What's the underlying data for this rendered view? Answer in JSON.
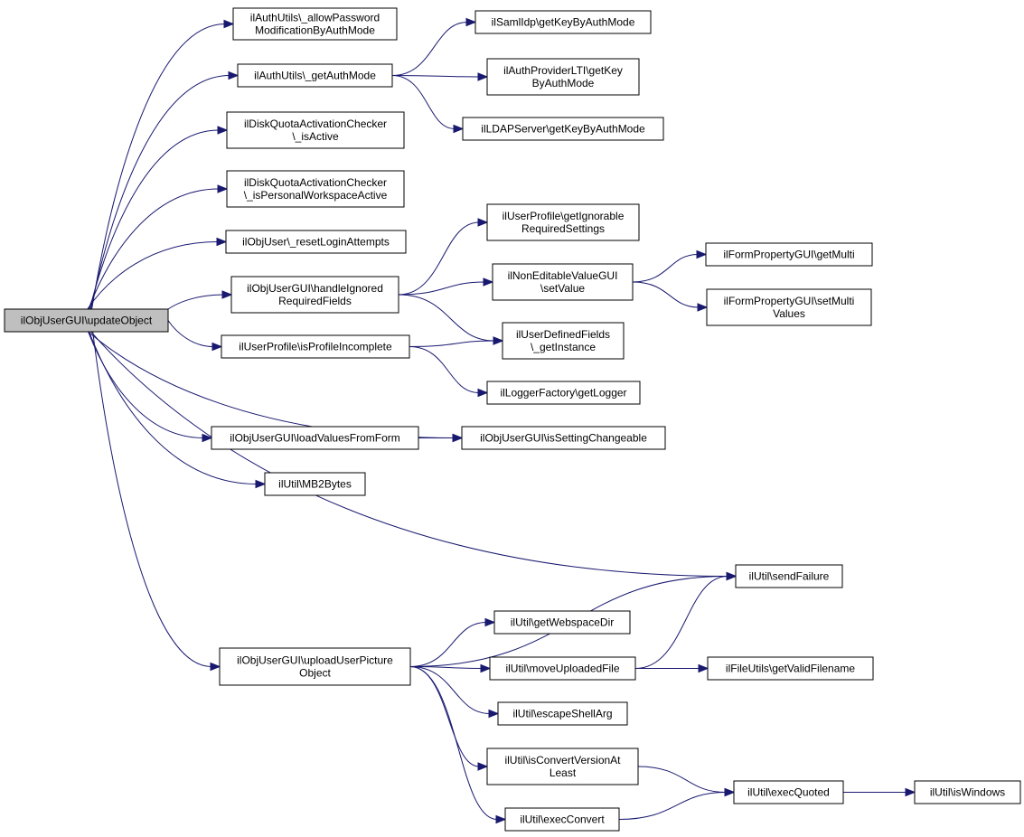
{
  "nodes": {
    "root": [
      "ilObjUserGUI\\updateObject"
    ],
    "allowPwd": [
      "ilAuthUtils\\_allowPassword",
      "ModificationByAuthMode"
    ],
    "getAuthMode": [
      "ilAuthUtils\\_getAuthMode"
    ],
    "diskActive": [
      "ilDiskQuotaActivationChecker",
      "\\_isActive"
    ],
    "diskPersonal": [
      "ilDiskQuotaActivationChecker",
      "\\_isPersonalWorkspaceActive"
    ],
    "resetLogin": [
      "ilObjUser\\_resetLoginAttempts"
    ],
    "handleIgnored": [
      "ilObjUserGUI\\handleIgnored",
      "RequiredFields"
    ],
    "profileIncomplete": [
      "ilUserProfile\\isProfileIncomplete"
    ],
    "loadValues": [
      "ilObjUserGUI\\loadValuesFromForm"
    ],
    "mb2bytes": [
      "ilUtil\\MB2Bytes"
    ],
    "uploadPicture": [
      "ilObjUserGUI\\uploadUserPicture",
      "Object"
    ],
    "samlKey": [
      "ilSamlIdp\\getKeyByAuthMode"
    ],
    "ltiKey": [
      "ilAuthProviderLTI\\getKey",
      "ByAuthMode"
    ],
    "ldapKey": [
      "ilLDAPServer\\getKeyByAuthMode"
    ],
    "ignorableSettings": [
      "ilUserProfile\\getIgnorable",
      "RequiredSettings"
    ],
    "nonEditable": [
      "ilNonEditableValueGUI",
      "\\setValue"
    ],
    "userDefined": [
      "ilUserDefinedFields",
      "\\_getInstance"
    ],
    "loggerFactory": [
      "ilLoggerFactory\\getLogger"
    ],
    "settingChangeable": [
      "ilObjUserGUI\\isSettingChangeable"
    ],
    "sendFailure": [
      "ilUtil\\sendFailure"
    ],
    "webspaceDir": [
      "ilUtil\\getWebspaceDir"
    ],
    "moveUploaded": [
      "ilUtil\\moveUploadedFile"
    ],
    "escapeShell": [
      "ilUtil\\escapeShellArg"
    ],
    "convertVersion": [
      "ilUtil\\isConvertVersionAt",
      "Least"
    ],
    "execConvert": [
      "ilUtil\\execConvert"
    ],
    "getMulti": [
      "ilFormPropertyGUI\\getMulti"
    ],
    "setMulti": [
      "ilFormPropertyGUI\\setMulti",
      "Values"
    ],
    "validFilename": [
      "ilFileUtils\\getValidFilename"
    ],
    "execQuoted": [
      "ilUtil\\execQuoted"
    ],
    "isWindows": [
      "ilUtil\\isWindows"
    ]
  },
  "edges": [
    [
      "root",
      "allowPwd"
    ],
    [
      "root",
      "getAuthMode"
    ],
    [
      "root",
      "diskActive"
    ],
    [
      "root",
      "diskPersonal"
    ],
    [
      "root",
      "resetLogin"
    ],
    [
      "root",
      "handleIgnored"
    ],
    [
      "root",
      "profileIncomplete"
    ],
    [
      "root",
      "loadValues"
    ],
    [
      "root",
      "settingChangeable"
    ],
    [
      "root",
      "mb2bytes"
    ],
    [
      "root",
      "sendFailure"
    ],
    [
      "root",
      "uploadPicture"
    ],
    [
      "getAuthMode",
      "samlKey"
    ],
    [
      "getAuthMode",
      "ltiKey"
    ],
    [
      "getAuthMode",
      "ldapKey"
    ],
    [
      "handleIgnored",
      "ignorableSettings"
    ],
    [
      "handleIgnored",
      "nonEditable"
    ],
    [
      "handleIgnored",
      "userDefined"
    ],
    [
      "profileIncomplete",
      "userDefined"
    ],
    [
      "profileIncomplete",
      "loggerFactory"
    ],
    [
      "loadValues",
      "settingChangeable"
    ],
    [
      "nonEditable",
      "getMulti"
    ],
    [
      "nonEditable",
      "setMulti"
    ],
    [
      "uploadPicture",
      "sendFailure"
    ],
    [
      "uploadPicture",
      "webspaceDir"
    ],
    [
      "uploadPicture",
      "moveUploaded"
    ],
    [
      "uploadPicture",
      "escapeShell"
    ],
    [
      "uploadPicture",
      "convertVersion"
    ],
    [
      "uploadPicture",
      "execConvert"
    ],
    [
      "moveUploaded",
      "sendFailure"
    ],
    [
      "moveUploaded",
      "validFilename"
    ],
    [
      "convertVersion",
      "execQuoted"
    ],
    [
      "execConvert",
      "execQuoted"
    ],
    [
      "execQuoted",
      "isWindows"
    ]
  ],
  "colors": {
    "edge": "#191970",
    "root_fill": "#bfbfbf",
    "node_fill": "#ffffff",
    "node_border": "#000000"
  }
}
